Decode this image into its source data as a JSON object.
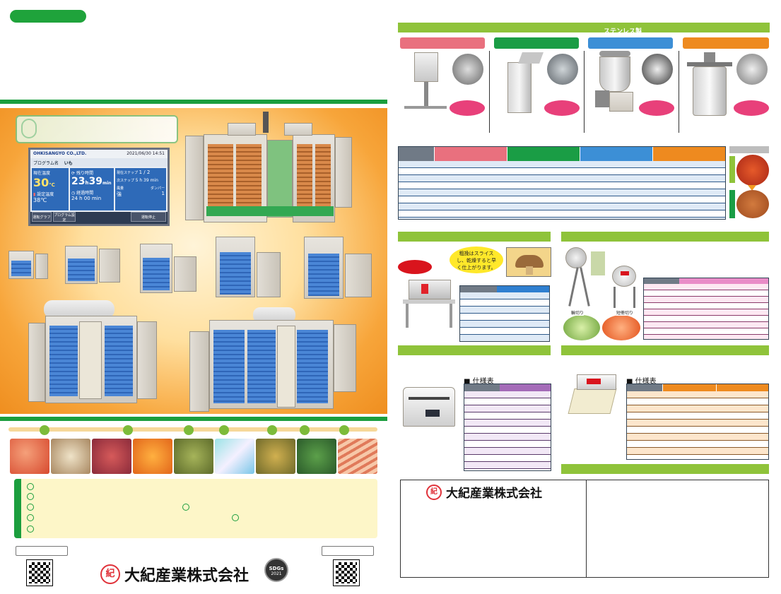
{
  "company": {
    "name_bottom": "大紀産業株式会社",
    "name_contact": "大紀産業株式会社",
    "mark": "紀"
  },
  "panel": {
    "screen_brand": "OHKISANGYO CO.,LTD.",
    "screen_datetime": "2021/06/30 14:51",
    "program_label": "プログラム名",
    "program_value": "いも",
    "current_temp_label": "現在温度",
    "current_temp_value": "30",
    "current_temp_unit": "℃",
    "remaining_label": "残り時間",
    "remaining_h": "23",
    "remaining_h_unit": "h",
    "remaining_m": "39",
    "remaining_m_unit": "min",
    "current_step_label": "現在ステップ",
    "current_step_value": "1 / 2",
    "next_step_label": "次ステップ",
    "next_step_value": "5 h 39 min",
    "set_temp_label": "設定温度",
    "set_temp_value": "38",
    "set_temp_unit": "℃",
    "elapsed_label": "経過時間",
    "elapsed_value": "24 h 00 min",
    "fan_label": "風量",
    "fan_value": "強",
    "damper_label": "ダンパー",
    "damper_value": "1",
    "btn_graph": "運転グラフ",
    "btn_program": "プログラム設定",
    "btn_stop": "運転停止"
  },
  "steel_header": "ステンレス製",
  "slicer_note": "粗挽はスライスし、乾燥すると早く仕上がります。",
  "cut_labels": [
    "輪切り",
    "短冊切り"
  ],
  "spec_label_1": "■ 仕様表",
  "spec_label_2": "■ 仕様表",
  "sdgs": {
    "line1": "SDGs",
    "year": "2021"
  },
  "colors": {
    "green": "#1b9e3e",
    "lime": "#8fc33a",
    "pink": "#e9707e",
    "blue": "#3c8fd6",
    "orange": "#ee8a1f",
    "purple": "#a46bb8"
  }
}
